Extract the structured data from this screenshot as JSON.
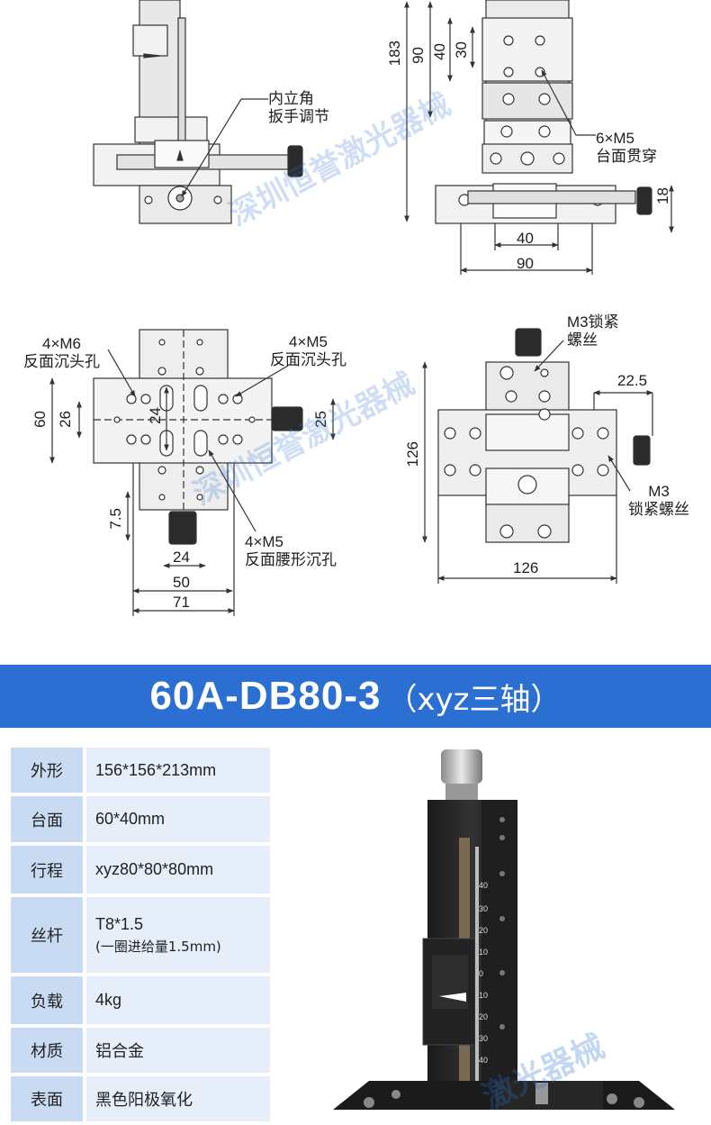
{
  "drawings": {
    "top_left": {
      "callout_label": "内立角\n扳手调节"
    },
    "top_right": {
      "dims_vertical": [
        "183",
        "90",
        "40",
        "30"
      ],
      "dim_height": "18",
      "dim_bottom_inner": "40",
      "dim_bottom_outer": "90",
      "callout_label": "6×M5\n台面贯穿"
    },
    "bottom_left": {
      "callout_m6": "4×M6\n反面沉头孔",
      "callout_m5": "4×M5\n反面沉头孔",
      "callout_slot": "4×M5\n反面腰形沉孔",
      "dim_60": "60",
      "dim_26": "26",
      "dim_24v": "24",
      "dim_25": "25",
      "dim_7_5": "7.5",
      "dim_24h": "24",
      "dim_50": "50",
      "dim_71": "71"
    },
    "bottom_right": {
      "callout_top": "M3锁紧\n螺丝",
      "callout_side": "M3\n锁紧螺丝",
      "dim_22_5": "22.5",
      "dim_126v": "126",
      "dim_126h": "126"
    },
    "watermark": "深圳恒誉激光器械"
  },
  "banner": {
    "model": "60A-DB80-3",
    "axis_note": "（xyz三轴）",
    "color": "#2a6fd1"
  },
  "specs": [
    {
      "key": "外形",
      "value": "156*156*213mm",
      "sub": ""
    },
    {
      "key": "台面",
      "value": "60*40mm",
      "sub": ""
    },
    {
      "key": "行程",
      "value": "xyz80*80*80mm",
      "sub": ""
    },
    {
      "key": "丝杆",
      "value": "T8*1.5",
      "sub": "(一圈进给量1.5mm)"
    },
    {
      "key": "负载",
      "value": "4kg",
      "sub": ""
    },
    {
      "key": "材质",
      "value": "铝合金",
      "sub": ""
    },
    {
      "key": "表面",
      "value": "黑色阳极氧化",
      "sub": ""
    }
  ],
  "photo": {
    "scale_labels": [
      "40",
      "30",
      "20",
      "10",
      "0",
      "10",
      "20",
      "30",
      "40"
    ],
    "watermark": "激光器械"
  }
}
